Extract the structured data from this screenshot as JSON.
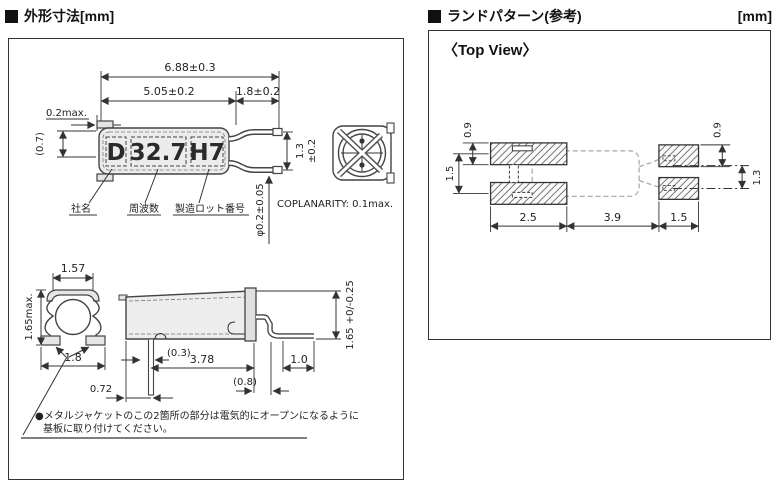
{
  "outline_section": {
    "header_title": "外形寸法[mm]",
    "top_view": {
      "dim_overall": "6.88±0.3",
      "dim_body_len": "5.05±0.2",
      "dim_lead_len": "1.8±0.2",
      "dim_tab": "0.2max.",
      "dim_window": "(0.7)",
      "marking": {
        "company": "D",
        "frequency": "32.7",
        "lot": "H7"
      },
      "dim_lead_pitch_value": "1.3",
      "dim_lead_pitch_tol": "±0.2",
      "dim_lead_dia": "φ0.2±0.05",
      "coplanarity": "COPLANARITY: 0.1max.",
      "label_company": "社名",
      "label_frequency": "周波数",
      "label_lot": "製造ロット番号"
    },
    "front_view": {
      "dim_top_width": "1.57",
      "dim_height": "1.65max.",
      "dim_foot_span": "1.8"
    },
    "side_view": {
      "dim_lead_inset": "(0.3)",
      "dim_body": "3.78",
      "dim_foot": "1.0",
      "dim_bend": "(0.8)",
      "dim_lead_pos": "0.72",
      "dim_height": "1.65 +0/-0.25"
    },
    "note": {
      "line1": "●メタルジャケットのこの2箇所の部分は電気的にオープンになるように",
      "line2": "基板に取り付けてください。"
    }
  },
  "land_section": {
    "header_title": "ランドパターン(参考)",
    "header_unit": "[mm]",
    "view_label": "〈Top View〉",
    "dims": {
      "pad_h_left": "0.9",
      "pitch_left": "1.5",
      "pad_w_left": "2.5",
      "span_center": "3.9",
      "pad_w_right": "1.5",
      "pad_h_right": "0.9",
      "pitch_right": "1.3"
    }
  }
}
